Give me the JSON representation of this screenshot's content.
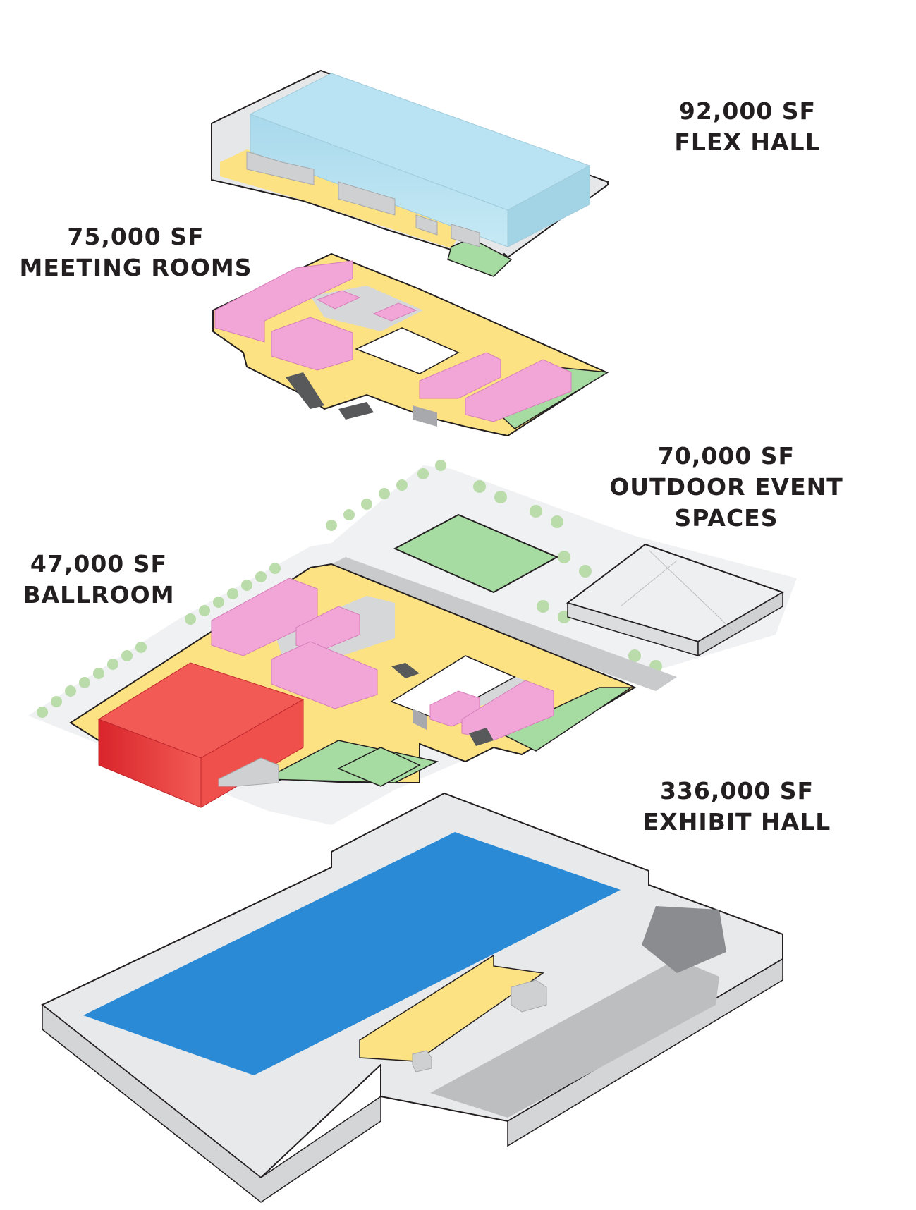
{
  "labels": {
    "flex_hall": {
      "area": "92,000  SF",
      "name": "FLEX HALL"
    },
    "meeting_rooms": {
      "area": "75,000  SF",
      "name": "MEETING ROOMS"
    },
    "outdoor": {
      "area": "70,000  SF",
      "name_line1": "OUTDOOR EVENT",
      "name_line2": "SPACES"
    },
    "ballroom": {
      "area": "47,000  SF",
      "name": "BALLROOM"
    },
    "exhibit_hall": {
      "area": "336,000  SF",
      "name": "EXHIBIT HALL"
    }
  },
  "colors": {
    "flex_hall": "#b9e3f2",
    "meeting_rooms": "#f2a6d8",
    "circulation": "#fce283",
    "outdoor_green": "#a6dca2",
    "ballroom": "#ee3f3d",
    "exhibit_hall": "#2a8ad6",
    "service": "#d6d7d9",
    "trees": "#b5d9a3"
  }
}
